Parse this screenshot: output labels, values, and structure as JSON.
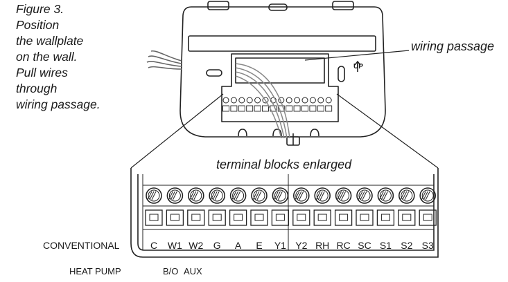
{
  "caption": {
    "lines": [
      "Figure 3.",
      "Position",
      "the wallplate",
      "on the wall.",
      "Pull wires",
      "through",
      "wiring passage."
    ]
  },
  "labels": {
    "wiring_passage": "wiring passage",
    "terminal_blocks": "terminal blocks enlarged",
    "up_arrow_text": "UP",
    "conventional": "CONVENTIONAL",
    "heat_pump": "HEAT PUMP"
  },
  "terminals": [
    "C",
    "W1",
    "W2",
    "G",
    "A",
    "E",
    "Y1",
    "Y2",
    "RH",
    "RC",
    "SC",
    "S1",
    "S2",
    "S3"
  ],
  "heat_pump_terminals": [
    "B/O",
    "AUX"
  ]
}
